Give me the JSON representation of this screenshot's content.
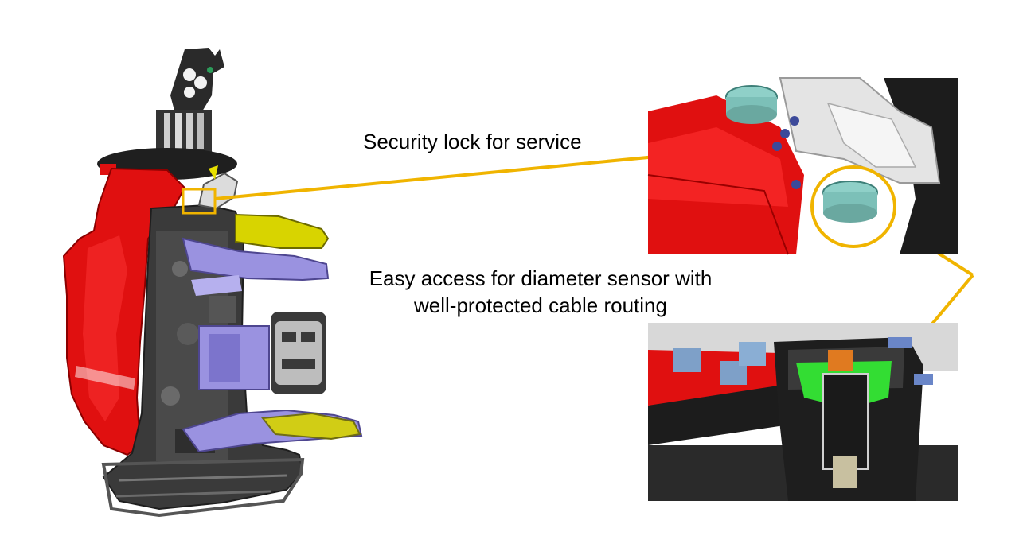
{
  "labels": {
    "security_lock": "Security lock for service",
    "sensor_line1": "Easy access for diameter sensor with",
    "sensor_line2": "well-protected cable routing"
  },
  "colors": {
    "callout": "#f0b400",
    "frame_red": "#e01010",
    "body_dark": "#3a3a3a",
    "arm_yellow": "#d8d400",
    "part_lavender": "#9a92e0",
    "cap_teal": "#8fd0c8",
    "sensor_green": "#33dd33",
    "bolt_blue": "#6a86c8"
  },
  "icons": [
    "harvester-head-drawing",
    "security-lock-detail",
    "diameter-sensor-cutaway"
  ]
}
